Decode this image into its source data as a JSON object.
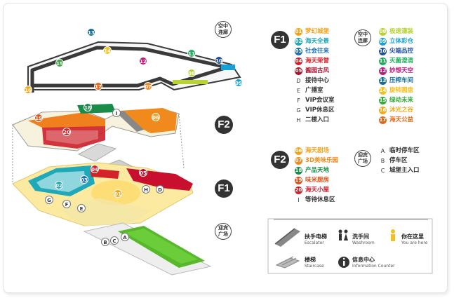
{
  "left_badges": {
    "walkway": "空中\n连廊",
    "f2": "F2",
    "f1": "F1",
    "plaza": "迎宾\n广场"
  },
  "legend_f1": {
    "badge": "F1",
    "col1": [
      {
        "mark": "01",
        "label": "梦幻城堡",
        "color": "#f4a21a"
      },
      {
        "mark": "02",
        "label": "海天全景",
        "color": "#1fa8b8"
      },
      {
        "mark": "03",
        "label": "社会往来",
        "color": "#1a6fb4"
      },
      {
        "mark": "04",
        "label": "海天荣誉",
        "color": "#d3222a"
      },
      {
        "mark": "05",
        "label": "酱园古风",
        "color": "#b0102a"
      },
      {
        "mark": "D",
        "label": "接待中心",
        "color": ""
      },
      {
        "mark": "E",
        "label": "广播室",
        "color": ""
      },
      {
        "mark": "F",
        "label": "VIP会议室",
        "color": ""
      },
      {
        "mark": "G",
        "label": "VIP休息区",
        "color": ""
      },
      {
        "mark": "H",
        "label": "二楼入口",
        "color": ""
      }
    ],
    "walkway_badge": "空中\n连廊",
    "col2": [
      {
        "mark": "08",
        "label": "极速灌装",
        "color": "#b7d334"
      },
      {
        "mark": "09",
        "label": "立体彩仓",
        "color": "#1aa0d8"
      },
      {
        "mark": "10",
        "label": "尖端品控",
        "color": "#1d4f9a"
      },
      {
        "mark": "11",
        "label": "灭菌澄清",
        "color": "#1fae5c"
      },
      {
        "mark": "12",
        "label": "妙想天空",
        "color": "#c0187a"
      },
      {
        "mark": "13",
        "label": "压榨车间",
        "color": "#136e9e"
      },
      {
        "mark": "14",
        "label": "旋转圆盘",
        "color": "#f4c020"
      },
      {
        "mark": "15",
        "label": "绿动未来",
        "color": "#36a83c"
      },
      {
        "mark": "16",
        "label": "沐光之谷",
        "color": "#f2a818"
      },
      {
        "mark": "17",
        "label": "海天公益",
        "color": "#e06a1a"
      }
    ]
  },
  "legend_f2": {
    "badge": "F2",
    "col1": [
      {
        "mark": "06",
        "label": "海天剧场",
        "color": "#f4a21a"
      },
      {
        "mark": "07",
        "label": "3D美味乐园",
        "color": "#f08a1c"
      },
      {
        "mark": "18",
        "label": "产品天地",
        "color": "#1a8c4a"
      },
      {
        "mark": "19",
        "label": "味米厨房",
        "color": "#e0521e"
      },
      {
        "mark": "20",
        "label": "海天小屋",
        "color": "#cc1f2a"
      },
      {
        "mark": "I",
        "label": "等待休息区",
        "color": ""
      }
    ],
    "plaza_badge": "迎宾\n广场",
    "col2": [
      {
        "mark": "A",
        "label": "临时停车区"
      },
      {
        "mark": "B",
        "label": "停车区"
      },
      {
        "mark": "C",
        "label": "城堡主入口"
      }
    ]
  },
  "icons_legend": {
    "escalator": {
      "cn": "扶手电梯",
      "en": "Escalator"
    },
    "washroom": {
      "cn": "洗手间",
      "en": "Washroom"
    },
    "you_are_here": {
      "cn": "你在这里",
      "en": "You are here"
    },
    "staircase": {
      "cn": "楼梯",
      "en": "Staircase"
    },
    "info": {
      "cn": "信息中心",
      "en": "Information Counter"
    }
  },
  "map_markers": {
    "walkway": [
      "13",
      "14",
      "15",
      "16",
      "17",
      "07",
      "12",
      "11",
      "10",
      "08",
      "09"
    ],
    "f2": [
      "19",
      "18",
      "20",
      "I",
      "06"
    ],
    "f1": [
      "02",
      "03",
      "04",
      "05",
      "01",
      "H",
      "D",
      "G",
      "F",
      "E"
    ],
    "plaza": [
      "B",
      "C",
      "A"
    ]
  },
  "colors": {
    "walkway_border": "#444444",
    "f2_orange": "#f0801e",
    "f1_teal": "#1fa8b8",
    "f1_red": "#c8102e",
    "plaza_green": "#56b82a",
    "light_yellow": "#fbeaa0"
  }
}
